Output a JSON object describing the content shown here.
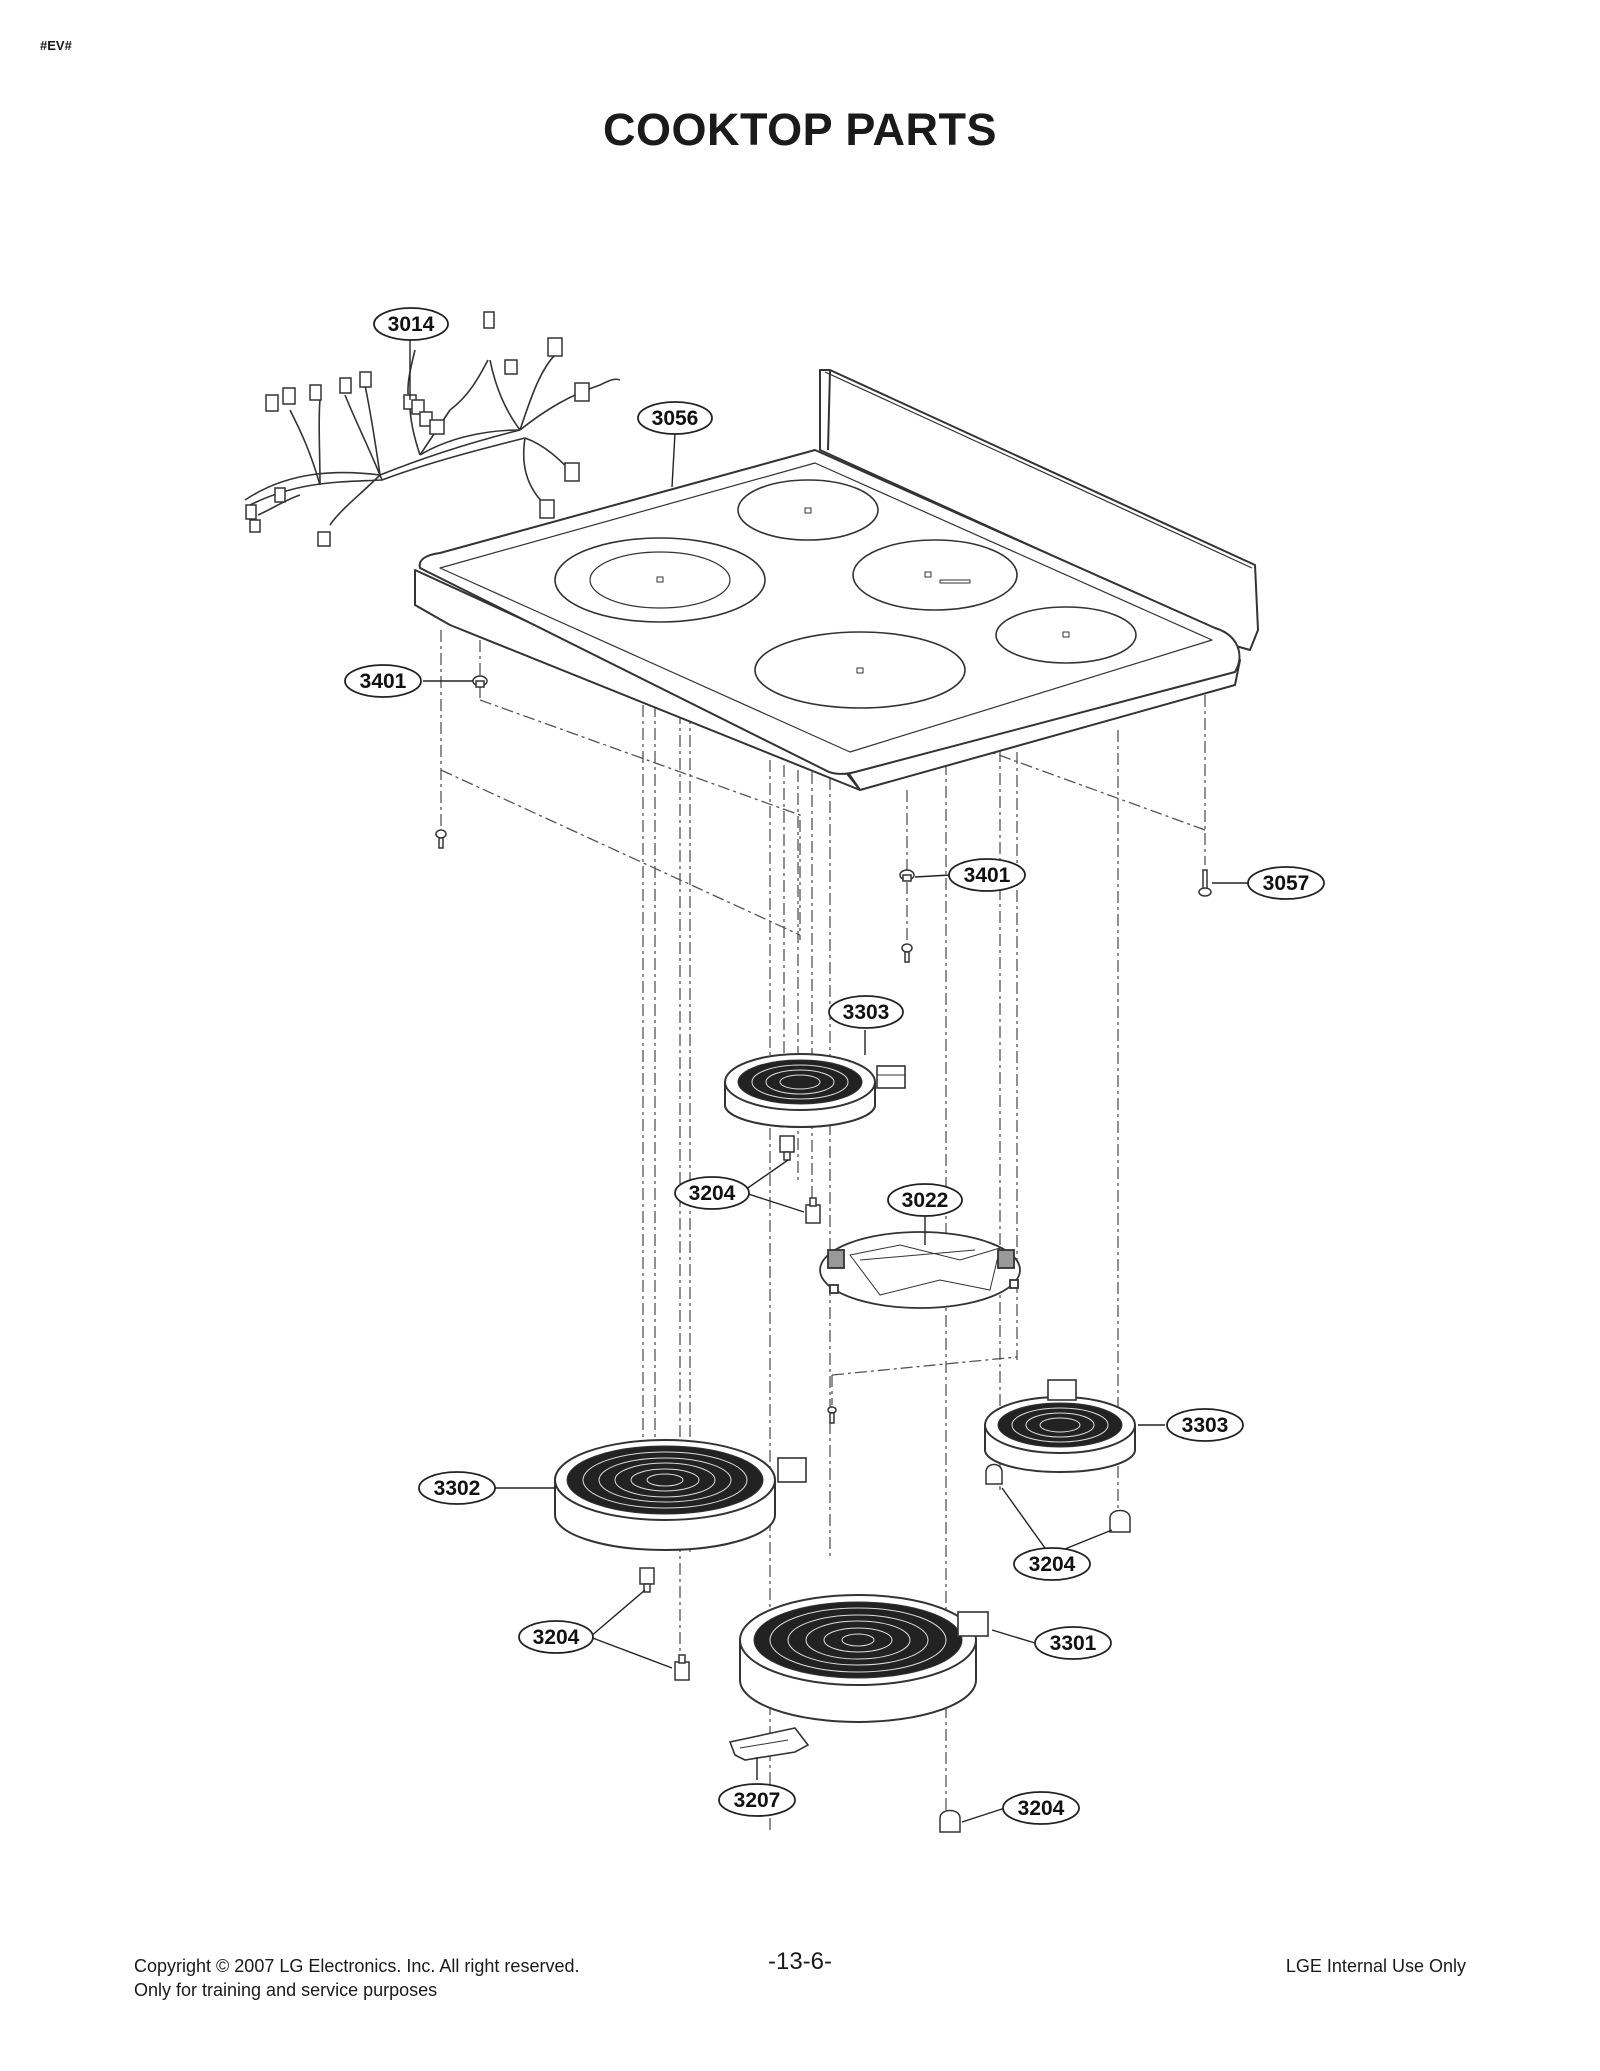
{
  "header": {
    "doc_tag": "#EV#",
    "title": "COOKTOP PARTS"
  },
  "parts": [
    {
      "id": "harness",
      "label": "3014"
    },
    {
      "id": "cooktop",
      "label": "3056"
    },
    {
      "id": "grommet-left",
      "label": "3401"
    },
    {
      "id": "grommet-center",
      "label": "3401"
    },
    {
      "id": "screw-right",
      "label": "3057"
    },
    {
      "id": "element-small-top",
      "label": "3303"
    },
    {
      "id": "switch-a",
      "label": "3204"
    },
    {
      "id": "bracket",
      "label": "3022"
    },
    {
      "id": "element-small-right",
      "label": "3303"
    },
    {
      "id": "element-dual-left",
      "label": "3302"
    },
    {
      "id": "switch-b",
      "label": "3204"
    },
    {
      "id": "switch-c",
      "label": "3204"
    },
    {
      "id": "element-large-center",
      "label": "3301"
    },
    {
      "id": "clip",
      "label": "3207"
    },
    {
      "id": "switch-d",
      "label": "3204"
    }
  ],
  "footer": {
    "copyright": "Copyright © 2007 LG Electronics. Inc. All right reserved.",
    "purpose": "Only for training and service purposes",
    "page": "-13-6-",
    "internal": "LGE Internal Use Only"
  }
}
